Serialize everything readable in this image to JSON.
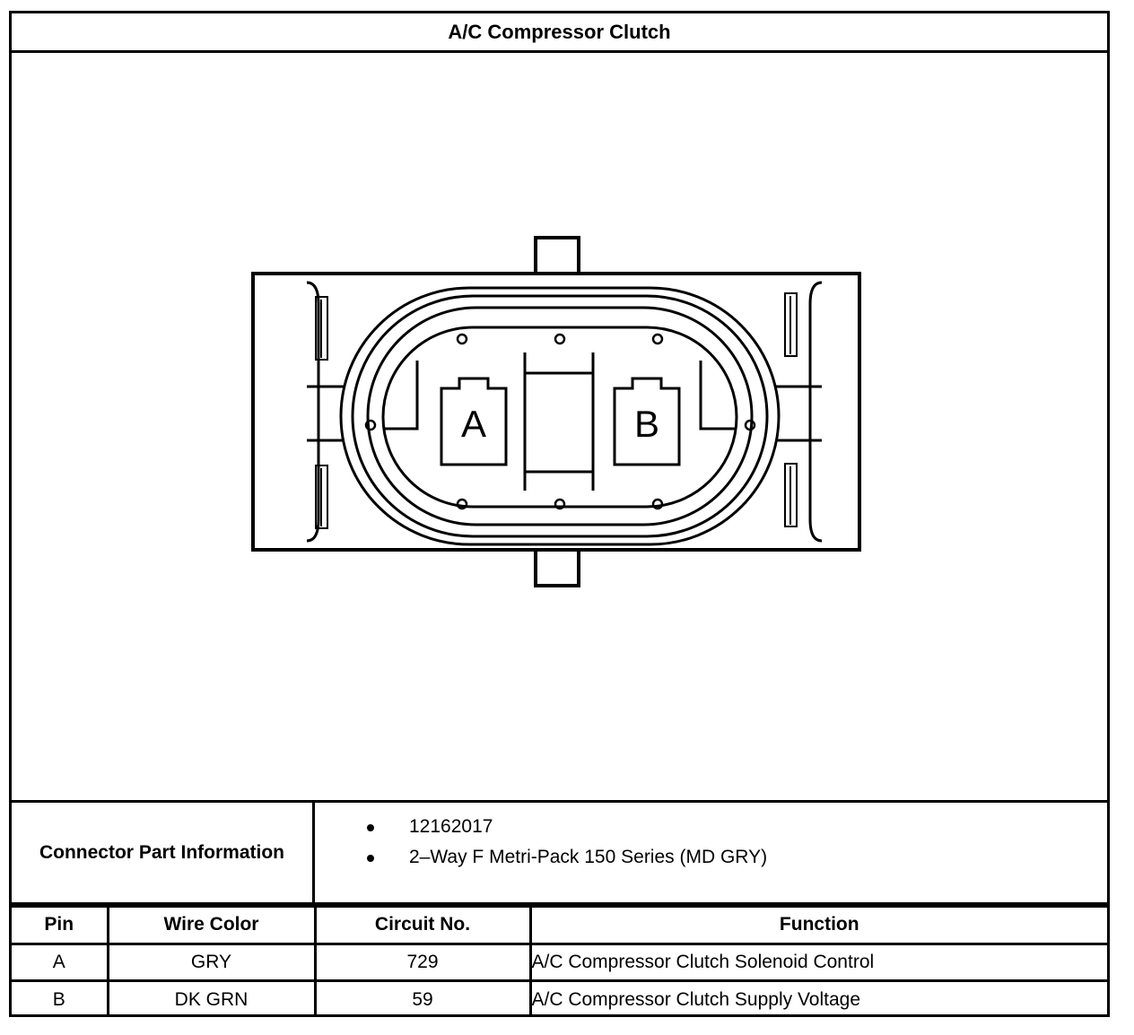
{
  "title": "A/C Compressor Clutch",
  "connector": {
    "pin_a_label": "A",
    "pin_b_label": "B"
  },
  "connector_info": {
    "label": "Connector Part Information",
    "items": [
      "12162017",
      "2–Way F Metri-Pack 150 Series (MD GRY)"
    ]
  },
  "pin_table": {
    "headers": {
      "pin": "Pin",
      "wire_color": "Wire Color",
      "circuit": "Circuit No.",
      "function": "Function"
    },
    "rows": [
      {
        "pin": "A",
        "wire_color": "GRY",
        "circuit": "729",
        "function": "A/C Compressor Clutch Solenoid Control"
      },
      {
        "pin": "B",
        "wire_color": "DK GRN",
        "circuit": "59",
        "function": "A/C Compressor Clutch Supply Voltage"
      }
    ]
  }
}
